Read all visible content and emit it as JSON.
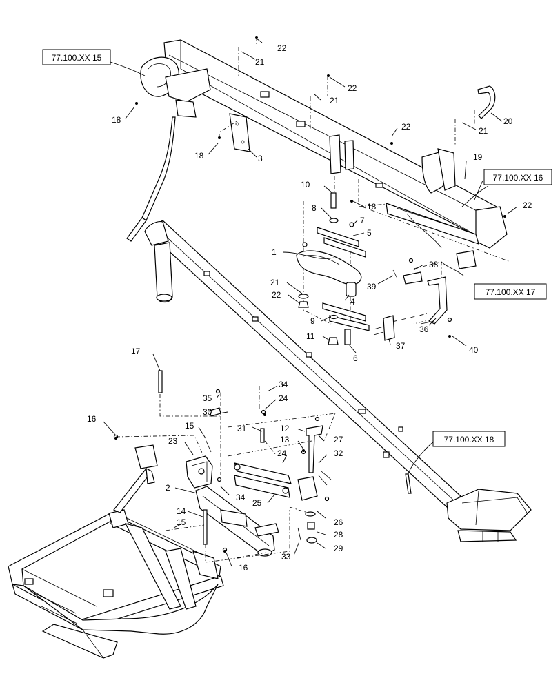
{
  "ref_boxes": [
    {
      "id": "ref1",
      "text": "77.100.XX 15"
    },
    {
      "id": "ref2",
      "text": "77.100.XX 16"
    },
    {
      "id": "ref3",
      "text": "77.100.XX 17"
    },
    {
      "id": "ref4",
      "text": "77.100.XX 18"
    }
  ],
  "callouts": [
    {
      "id": "c22a",
      "text": "22"
    },
    {
      "id": "c21a",
      "text": "21"
    },
    {
      "id": "c22b",
      "text": "22"
    },
    {
      "id": "c21b",
      "text": "21"
    },
    {
      "id": "c20",
      "text": "20"
    },
    {
      "id": "c21c",
      "text": "21"
    },
    {
      "id": "c22c",
      "text": "22"
    },
    {
      "id": "c18a",
      "text": "18"
    },
    {
      "id": "c18b",
      "text": "18"
    },
    {
      "id": "c3",
      "text": "3"
    },
    {
      "id": "c19",
      "text": "19"
    },
    {
      "id": "c22d",
      "text": "22"
    },
    {
      "id": "c10",
      "text": "10"
    },
    {
      "id": "c18c",
      "text": "18"
    },
    {
      "id": "c8",
      "text": "8"
    },
    {
      "id": "c7",
      "text": "7"
    },
    {
      "id": "c5",
      "text": "5"
    },
    {
      "id": "c1",
      "text": "1"
    },
    {
      "id": "c38",
      "text": "38"
    },
    {
      "id": "c39",
      "text": "39"
    },
    {
      "id": "c21d",
      "text": "21"
    },
    {
      "id": "c22e",
      "text": "22"
    },
    {
      "id": "c4",
      "text": "4"
    },
    {
      "id": "c9",
      "text": "9"
    },
    {
      "id": "c36",
      "text": "36"
    },
    {
      "id": "c11",
      "text": "11"
    },
    {
      "id": "c6",
      "text": "6"
    },
    {
      "id": "c37",
      "text": "37"
    },
    {
      "id": "c40",
      "text": "40"
    },
    {
      "id": "c17",
      "text": "17"
    },
    {
      "id": "c34a",
      "text": "34"
    },
    {
      "id": "c35",
      "text": "35"
    },
    {
      "id": "c24a",
      "text": "24"
    },
    {
      "id": "c30",
      "text": "30"
    },
    {
      "id": "c16a",
      "text": "16"
    },
    {
      "id": "c15a",
      "text": "15"
    },
    {
      "id": "c31",
      "text": "31"
    },
    {
      "id": "c12",
      "text": "12"
    },
    {
      "id": "c27",
      "text": "27"
    },
    {
      "id": "c13",
      "text": "13"
    },
    {
      "id": "c23",
      "text": "23"
    },
    {
      "id": "c24b",
      "text": "24"
    },
    {
      "id": "c32",
      "text": "32"
    },
    {
      "id": "c2",
      "text": "2"
    },
    {
      "id": "c34b",
      "text": "34"
    },
    {
      "id": "c25",
      "text": "25"
    },
    {
      "id": "c26",
      "text": "26"
    },
    {
      "id": "c14",
      "text": "14"
    },
    {
      "id": "c15b",
      "text": "15"
    },
    {
      "id": "c28",
      "text": "28"
    },
    {
      "id": "c29",
      "text": "29"
    },
    {
      "id": "c33",
      "text": "33"
    },
    {
      "id": "c16b",
      "text": "16"
    }
  ]
}
